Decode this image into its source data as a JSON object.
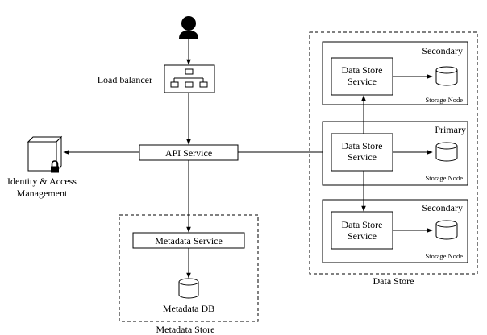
{
  "diagram": {
    "user": {
      "icon": "user-icon"
    },
    "load_balancer": {
      "label": "Load balancer",
      "icon": "network-hierarchy-icon"
    },
    "api_service": {
      "label": "API Service"
    },
    "identity": {
      "line1": "Identity & Access",
      "line2": "Management",
      "icon": "lock-icon"
    },
    "metadata_store": {
      "title": "Metadata Store",
      "service": "Metadata Service",
      "db": "Metadata DB"
    },
    "data_store": {
      "title": "Data Store",
      "nodes": [
        {
          "role": "Secondary",
          "service_line1": "Data Store",
          "service_line2": "Service",
          "storage": "Storage Node"
        },
        {
          "role": "Primary",
          "service_line1": "Data Store",
          "service_line2": "Service",
          "storage": "Storage Node"
        },
        {
          "role": "Secondary",
          "service_line1": "Data Store",
          "service_line2": "Service",
          "storage": "Storage Node"
        }
      ]
    }
  }
}
